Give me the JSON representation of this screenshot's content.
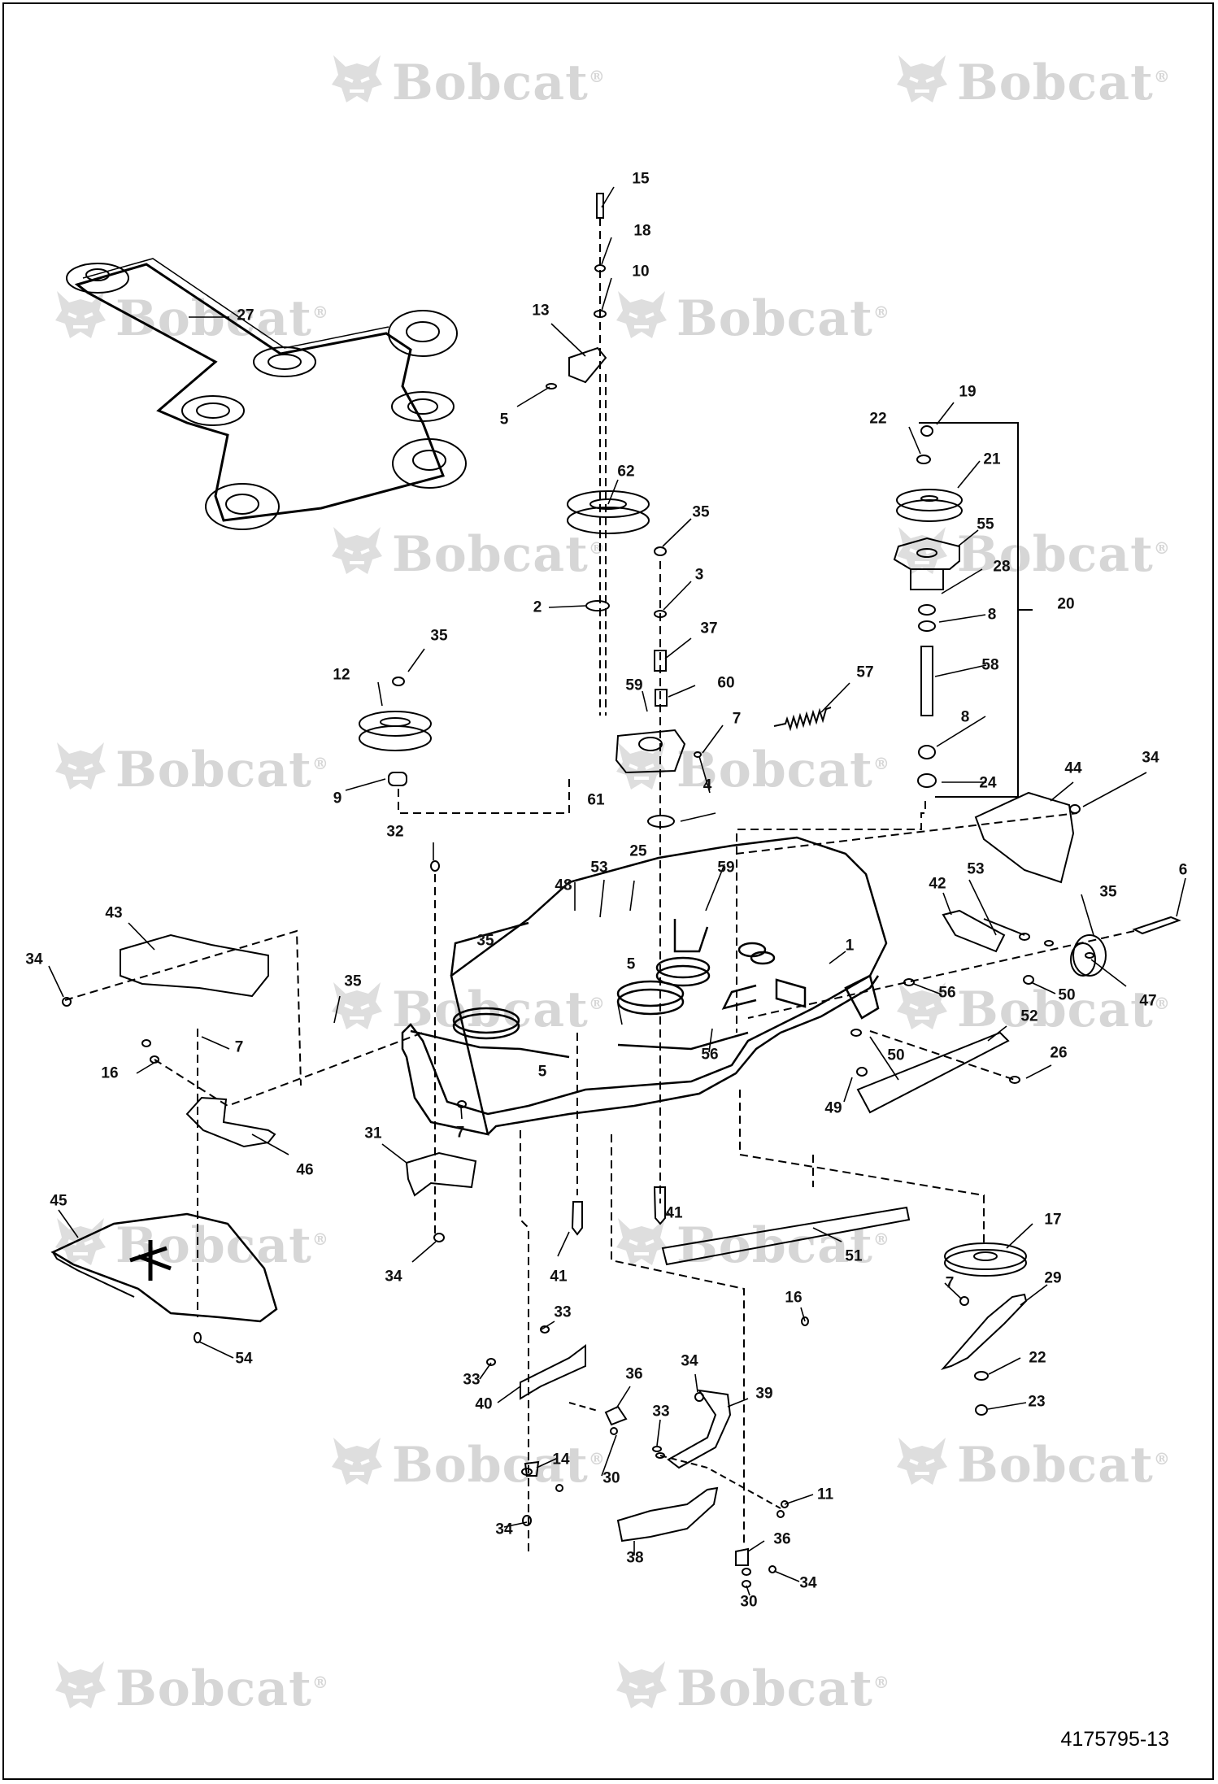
{
  "watermark": {
    "brand": "Bobcat",
    "mark": "®"
  },
  "document_number": "4175795-13",
  "callouts": [
    {
      "id": "c15",
      "text": "15"
    },
    {
      "id": "c18",
      "text": "18"
    },
    {
      "id": "c10",
      "text": "10"
    },
    {
      "id": "c13",
      "text": "13"
    },
    {
      "id": "c27",
      "text": "27"
    },
    {
      "id": "c5a",
      "text": "5"
    },
    {
      "id": "c62",
      "text": "62"
    },
    {
      "id": "c35a",
      "text": "35"
    },
    {
      "id": "c3",
      "text": "3"
    },
    {
      "id": "c2",
      "text": "2"
    },
    {
      "id": "c37",
      "text": "37"
    },
    {
      "id": "c59a",
      "text": "59"
    },
    {
      "id": "c60",
      "text": "60"
    },
    {
      "id": "c7a",
      "text": "7"
    },
    {
      "id": "c61",
      "text": "61"
    },
    {
      "id": "c4",
      "text": "4"
    },
    {
      "id": "c57",
      "text": "57"
    },
    {
      "id": "c12",
      "text": "12"
    },
    {
      "id": "c35b",
      "text": "35"
    },
    {
      "id": "c9",
      "text": "9"
    },
    {
      "id": "c19",
      "text": "19"
    },
    {
      "id": "c22a",
      "text": "22"
    },
    {
      "id": "c21",
      "text": "21"
    },
    {
      "id": "c55",
      "text": "55"
    },
    {
      "id": "c28",
      "text": "28"
    },
    {
      "id": "c20",
      "text": "20"
    },
    {
      "id": "c8a",
      "text": "8"
    },
    {
      "id": "c58",
      "text": "58"
    },
    {
      "id": "c8b",
      "text": "8"
    },
    {
      "id": "c24",
      "text": "24"
    },
    {
      "id": "c44",
      "text": "44"
    },
    {
      "id": "c34a",
      "text": "34"
    },
    {
      "id": "c32",
      "text": "32"
    },
    {
      "id": "c48",
      "text": "48"
    },
    {
      "id": "c53a",
      "text": "53"
    },
    {
      "id": "c25",
      "text": "25"
    },
    {
      "id": "c59b",
      "text": "59"
    },
    {
      "id": "c1",
      "text": "1"
    },
    {
      "id": "c42",
      "text": "42"
    },
    {
      "id": "c53b",
      "text": "53"
    },
    {
      "id": "c35c",
      "text": "35"
    },
    {
      "id": "c6",
      "text": "6"
    },
    {
      "id": "c43",
      "text": "43"
    },
    {
      "id": "c35d",
      "text": "35"
    },
    {
      "id": "c34b",
      "text": "34"
    },
    {
      "id": "c5b",
      "text": "5"
    },
    {
      "id": "c35e",
      "text": "35"
    },
    {
      "id": "c56a",
      "text": "56"
    },
    {
      "id": "c50a",
      "text": "50"
    },
    {
      "id": "c47",
      "text": "47"
    },
    {
      "id": "c7b",
      "text": "7"
    },
    {
      "id": "c16a",
      "text": "16"
    },
    {
      "id": "c5c",
      "text": "5"
    },
    {
      "id": "c56b",
      "text": "56"
    },
    {
      "id": "c52",
      "text": "52"
    },
    {
      "id": "c50b",
      "text": "50"
    },
    {
      "id": "c26",
      "text": "26"
    },
    {
      "id": "c49",
      "text": "49"
    },
    {
      "id": "c7c",
      "text": "7"
    },
    {
      "id": "c31",
      "text": "31"
    },
    {
      "id": "c46",
      "text": "46"
    },
    {
      "id": "c45",
      "text": "45"
    },
    {
      "id": "c41a",
      "text": "41"
    },
    {
      "id": "c51",
      "text": "51"
    },
    {
      "id": "c17",
      "text": "17"
    },
    {
      "id": "c34c",
      "text": "34"
    },
    {
      "id": "c41b",
      "text": "41"
    },
    {
      "id": "c7d",
      "text": "7"
    },
    {
      "id": "c29",
      "text": "29"
    },
    {
      "id": "c54",
      "text": "54"
    },
    {
      "id": "c33a",
      "text": "33"
    },
    {
      "id": "c16b",
      "text": "16"
    },
    {
      "id": "c22b",
      "text": "22"
    },
    {
      "id": "c33b",
      "text": "33"
    },
    {
      "id": "c40",
      "text": "40"
    },
    {
      "id": "c36a",
      "text": "36"
    },
    {
      "id": "c34d",
      "text": "34"
    },
    {
      "id": "c39",
      "text": "39"
    },
    {
      "id": "c23",
      "text": "23"
    },
    {
      "id": "c33c",
      "text": "33"
    },
    {
      "id": "c14",
      "text": "14"
    },
    {
      "id": "c30a",
      "text": "30"
    },
    {
      "id": "c34e",
      "text": "34"
    },
    {
      "id": "c11",
      "text": "11"
    },
    {
      "id": "c38",
      "text": "38"
    },
    {
      "id": "c36b",
      "text": "36"
    },
    {
      "id": "c34f",
      "text": "34"
    },
    {
      "id": "c30b",
      "text": "30"
    }
  ]
}
